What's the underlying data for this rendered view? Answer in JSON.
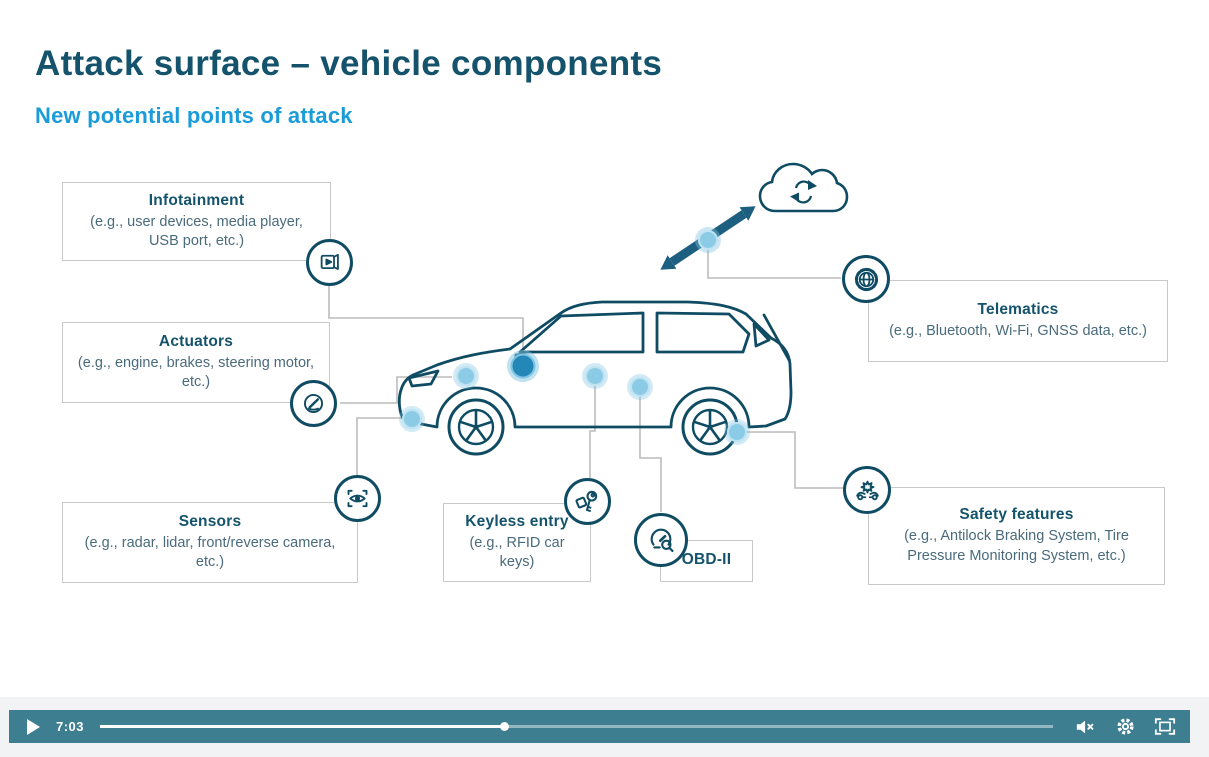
{
  "slide": {
    "title": "Attack surface – vehicle components",
    "subtitle": "New potential points of attack",
    "components": [
      {
        "id": "infotainment",
        "title": "Infotainment",
        "body": "(e.g., user devices, media player, USB port, etc.)",
        "icon": "media-player-icon"
      },
      {
        "id": "actuators",
        "title": "Actuators",
        "body": "(e.g., engine, brakes, steering motor, etc.)",
        "icon": "gauge-icon"
      },
      {
        "id": "sensors",
        "title": "Sensors",
        "body": "(e.g., radar, lidar, front/reverse camera, etc.)",
        "icon": "eye-scan-icon"
      },
      {
        "id": "keyless-entry",
        "title": "Keyless entry",
        "body": "(e.g., RFID car keys)",
        "icon": "car-key-icon"
      },
      {
        "id": "obd-ii",
        "title": "OBD-II",
        "body": "",
        "icon": "gauge-magnifier-icon"
      },
      {
        "id": "telematics",
        "title": "Telematics",
        "body": "(e.g., Bluetooth, Wi-Fi, GNSS data, etc.)",
        "icon": "globe-gear-icon"
      },
      {
        "id": "safety-features",
        "title": "Safety features",
        "body": "(e.g., Antilock Braking System, Tire Pressure Monitoring System, etc.)",
        "icon": "car-collision-icon"
      }
    ],
    "other_icons": [
      "cloud-sync-icon",
      "wireless-link-arrow"
    ],
    "colors": {
      "heading": "#14536b",
      "subtitle": "#1b9cd8",
      "icon_stroke": "#0f4c63",
      "attack_point": "#8ccbe6",
      "attack_point_dark": "#2387b7",
      "connector": "#bcbcbc",
      "player_bar": "#3d7e91"
    }
  },
  "player": {
    "time": "7:03",
    "progress_percent": 42.5,
    "controls": {
      "play": "play-button",
      "mute": "mute-button",
      "settings": "settings-button",
      "fullscreen": "fullscreen-button"
    }
  }
}
